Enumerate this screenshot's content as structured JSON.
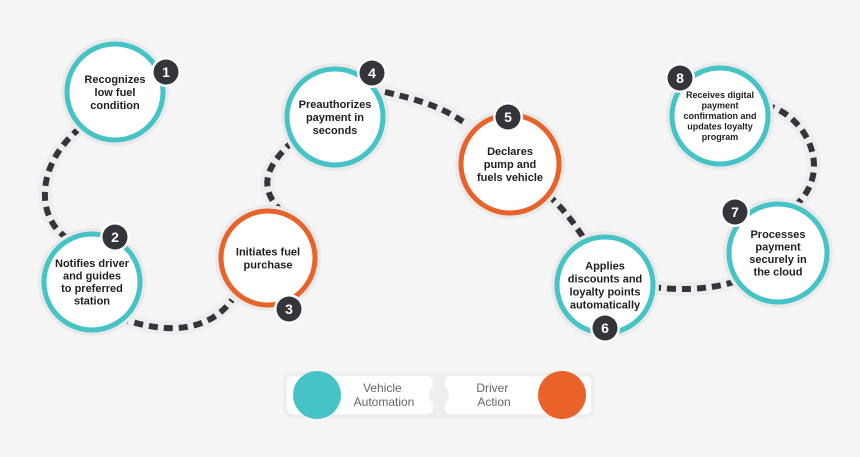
{
  "colors": {
    "vehicle": "#45c3c6",
    "driver": "#e8622a",
    "badge": "#34353a",
    "track": "#eeeeee",
    "dash": "#34353a"
  },
  "steps": [
    {
      "number": "1",
      "lines": [
        "Recognizes",
        "low fuel",
        "condition"
      ],
      "kind": "vehicle"
    },
    {
      "number": "2",
      "lines": [
        "Notifies driver",
        "and guides",
        "to preferred",
        "station"
      ],
      "kind": "vehicle"
    },
    {
      "number": "3",
      "lines": [
        "Initiates fuel",
        "purchase"
      ],
      "kind": "driver"
    },
    {
      "number": "4",
      "lines": [
        "Preauthorizes",
        "payment in",
        "seconds"
      ],
      "kind": "vehicle"
    },
    {
      "number": "5",
      "lines": [
        "Declares",
        "pump and",
        "fuels vehicle"
      ],
      "kind": "driver"
    },
    {
      "number": "6",
      "lines": [
        "Applies",
        "discounts and",
        "loyalty points",
        "automatically"
      ],
      "kind": "vehicle"
    },
    {
      "number": "7",
      "lines": [
        "Processes",
        "payment",
        "securely in",
        "the cloud"
      ],
      "kind": "vehicle"
    },
    {
      "number": "8",
      "lines": [
        "Receives digital",
        "payment",
        "confirmation and",
        "updates loyalty",
        "program"
      ],
      "kind": "vehicle"
    }
  ],
  "legend": {
    "vehicle_lines": [
      "Vehicle",
      "Automation"
    ],
    "driver_lines": [
      "Driver",
      "Action"
    ]
  }
}
